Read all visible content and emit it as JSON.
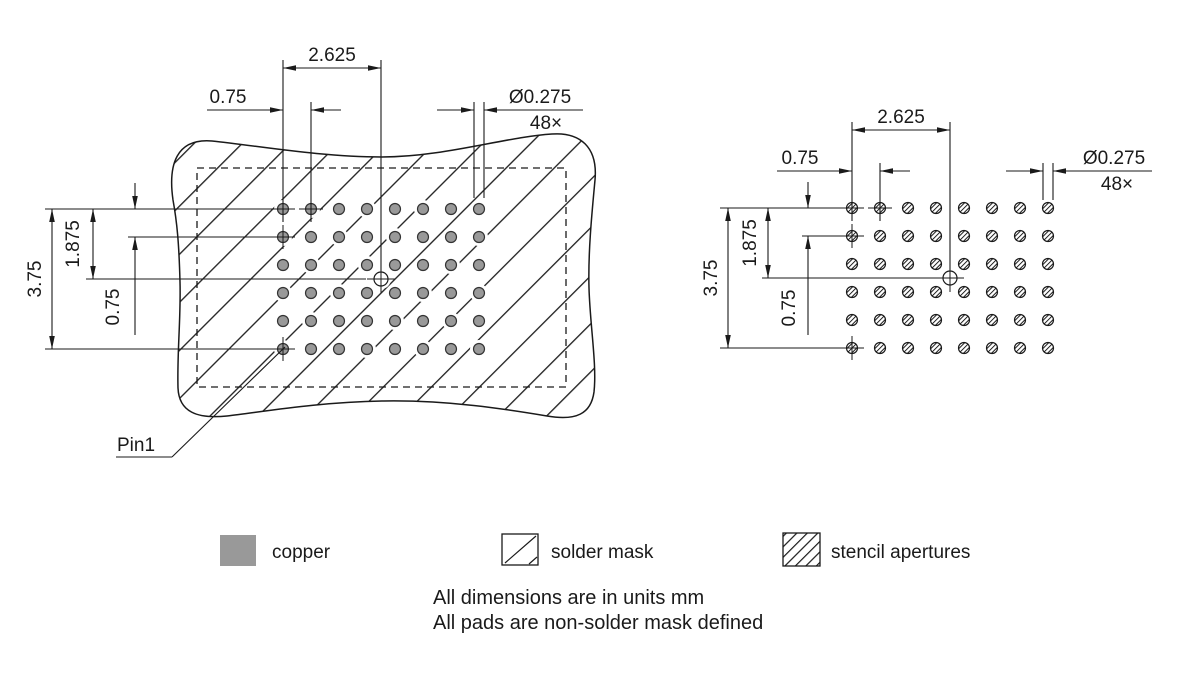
{
  "dimensions": {
    "span_x": "2.625",
    "pitch_x": "0.75",
    "pad_diameter": "Ø0.275",
    "pad_count": "48×",
    "span_y": "3.75",
    "half_span_y": "1.875",
    "pitch_y": "0.75"
  },
  "left_view": {
    "pin1_label": "Pin1"
  },
  "pads": {
    "rows": 6,
    "cols": 8,
    "total": 48
  },
  "legend": {
    "copper": "copper",
    "solder_mask": "solder mask",
    "stencil": "stencil apertures"
  },
  "notes": {
    "line1": "All dimensions are in units mm",
    "line2": "All pads are non-solder mask defined"
  },
  "colors": {
    "copper": "#999999",
    "line": "#1a1a1a",
    "background": "#ffffff"
  }
}
